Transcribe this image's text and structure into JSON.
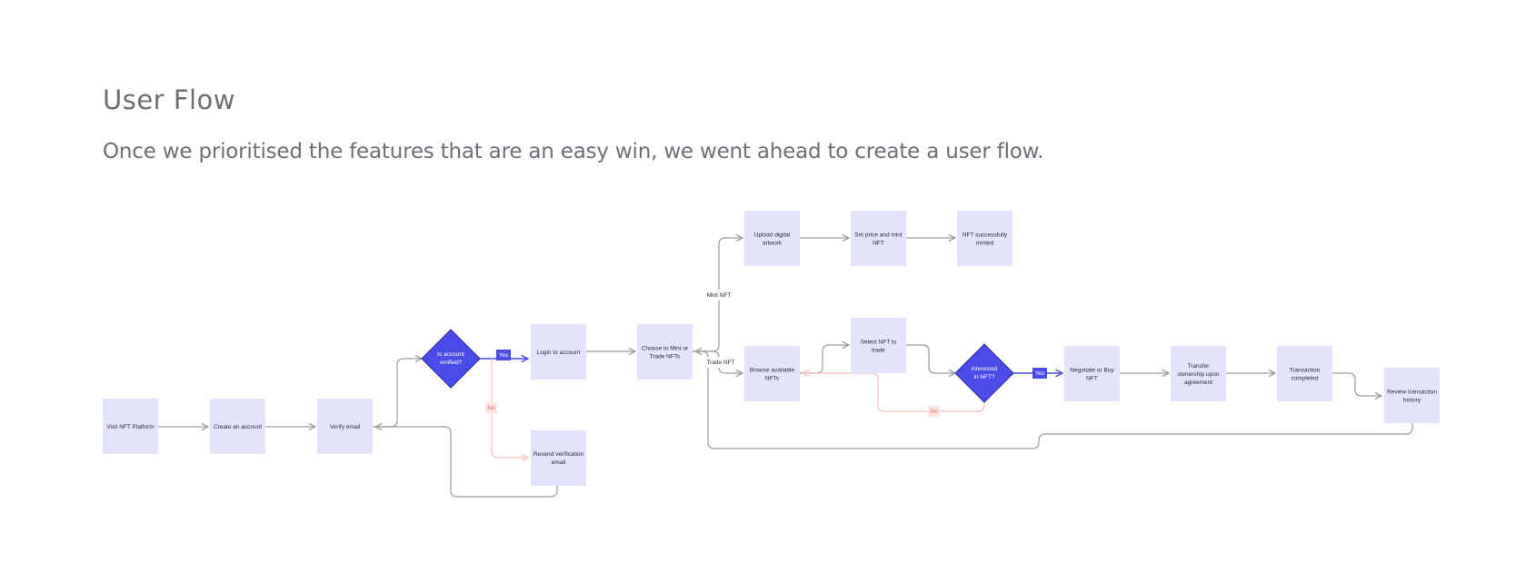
{
  "header": {
    "title": "User Flow",
    "subtitle": "Once we prioritised the features that are an easy win, we went ahead to create a user flow."
  },
  "colors": {
    "node_fill": "#e3e3fb",
    "decision_fill": "#4b4be8",
    "edge": "#9c9c9c",
    "yes": "#4b4be8",
    "no": "#f4c0bd",
    "no_text": "#e06c63"
  },
  "nodes": {
    "visit": [
      "Visit NFT Platform"
    ],
    "create": [
      "Create an account"
    ],
    "verify": [
      "Verify email"
    ],
    "is_verified": [
      "Is account",
      "verified?"
    ],
    "login": [
      "Login to account"
    ],
    "resend": [
      "Resend verification",
      "email"
    ],
    "choose": [
      "Choose to Mint or",
      "Trade NFTs"
    ],
    "upload": [
      "Upload digital",
      "artwork"
    ],
    "set_price": [
      "Set price and mint",
      "NFT"
    ],
    "minted": [
      "NFT successfully",
      "minted"
    ],
    "browse": [
      "Browse available",
      "NFTs"
    ],
    "select": [
      "Select NFT to",
      "trade"
    ],
    "interested": [
      "Interested",
      "in NFT?"
    ],
    "negotiate": [
      "Negotiate or Buy",
      "NFT"
    ],
    "transfer": [
      "Transfer",
      "ownership upon",
      "agreement"
    ],
    "completed": [
      "Transaction",
      "completed"
    ],
    "review": [
      "Review transaction",
      "history"
    ]
  },
  "edge_labels": {
    "yes_verified": "Yes",
    "no_verified": "No",
    "mint": "Mint NFT",
    "trade": "Trade NFT",
    "yes_interested": "Yes",
    "no_interested": "No"
  }
}
